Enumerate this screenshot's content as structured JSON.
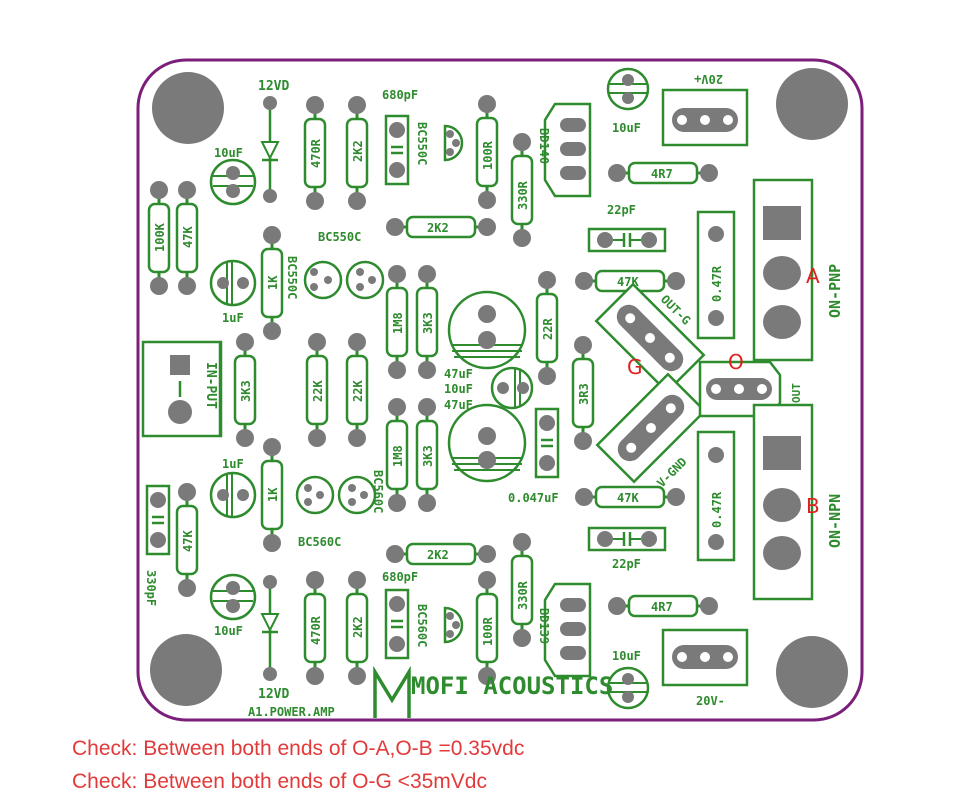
{
  "colors": {
    "outline": "#7b1f7b",
    "silk": "#2e8b2e",
    "pad": "#7a7a7a",
    "hole": "#ffffff",
    "annotation": "#e02020"
  },
  "labels": {
    "v12_top": "12VD",
    "v12_bottom": "12VD",
    "c680_top": "680pF",
    "c680_bottom": "680pF",
    "c10uf_tl": "10uF",
    "c10uf_bl": "10uF",
    "c10uf_tr": "10uF",
    "c10uf_br": "10uF",
    "r470_top": "470R",
    "r470_bottom": "470R",
    "r2k2_tv": "2K2",
    "r2k2_bv": "2K2",
    "r2k2_th": "2K2",
    "r2k2_bh": "2K2",
    "bc550c_tv": "BC550C",
    "bc560c_bv": "BC560C",
    "r100r_top": "100R",
    "r100r_bottom": "100R",
    "bd140": "BD140",
    "bd139": "BD139",
    "r330r_top": "330R",
    "r330r_bottom": "330R",
    "pwr_pos": "20V+",
    "pwr_neg": "20V-",
    "r4r7_top": "4R7",
    "r4r7_bottom": "4R7",
    "c22pf_top": "22pF",
    "c22pf_bottom": "22pF",
    "r100k": "100K",
    "r47k_left_top": "47K",
    "r47k_left_bottom": "47K",
    "bc550c_h": "BC550C",
    "bc550c_rot": "BC550C",
    "bc560c_h": "BC560C",
    "bc560c_rot": "BC560C",
    "c1uf_top": "1uF",
    "c1uf_bottom": "1uF",
    "r1k_top": "1K",
    "r1k_bottom": "1K",
    "input": "IN-PUT",
    "r3k3_left": "3K3",
    "r22k_a": "22K",
    "r22k_b": "22K",
    "r1m8_top": "1M8",
    "r1m8_bottom": "1M8",
    "r3k3_top": "3K3",
    "r3k3_bottom": "3K3",
    "c47uf_top": "47uF",
    "c10uf_mid": "10uF",
    "c47uf_bottom": "47uF",
    "r22r": "22R",
    "r3r3": "3R3",
    "c0047": "0.047uF",
    "r47k_mid_top": "47K",
    "r47k_mid_bottom": "47K",
    "r047_top": "0.47R",
    "r047_bottom": "0.47R",
    "out_g": "OUT-G",
    "v_gnd": "V-GND",
    "out": "OUT",
    "on_pnp": "ON-PNP",
    "on_npn": "ON-NPN",
    "c330pf": "330pF",
    "board_name": "A1.POWER.AMP",
    "logo_text": "MOFI ACOUSTICS",
    "mark_a": "A",
    "mark_b": "B",
    "mark_g": "G",
    "mark_o": "O"
  },
  "notes": {
    "line1": "Check: Between both ends of O-A,O-B =0.35vdc",
    "line2": "Check: Between both ends of O-G  <35mVdc"
  }
}
